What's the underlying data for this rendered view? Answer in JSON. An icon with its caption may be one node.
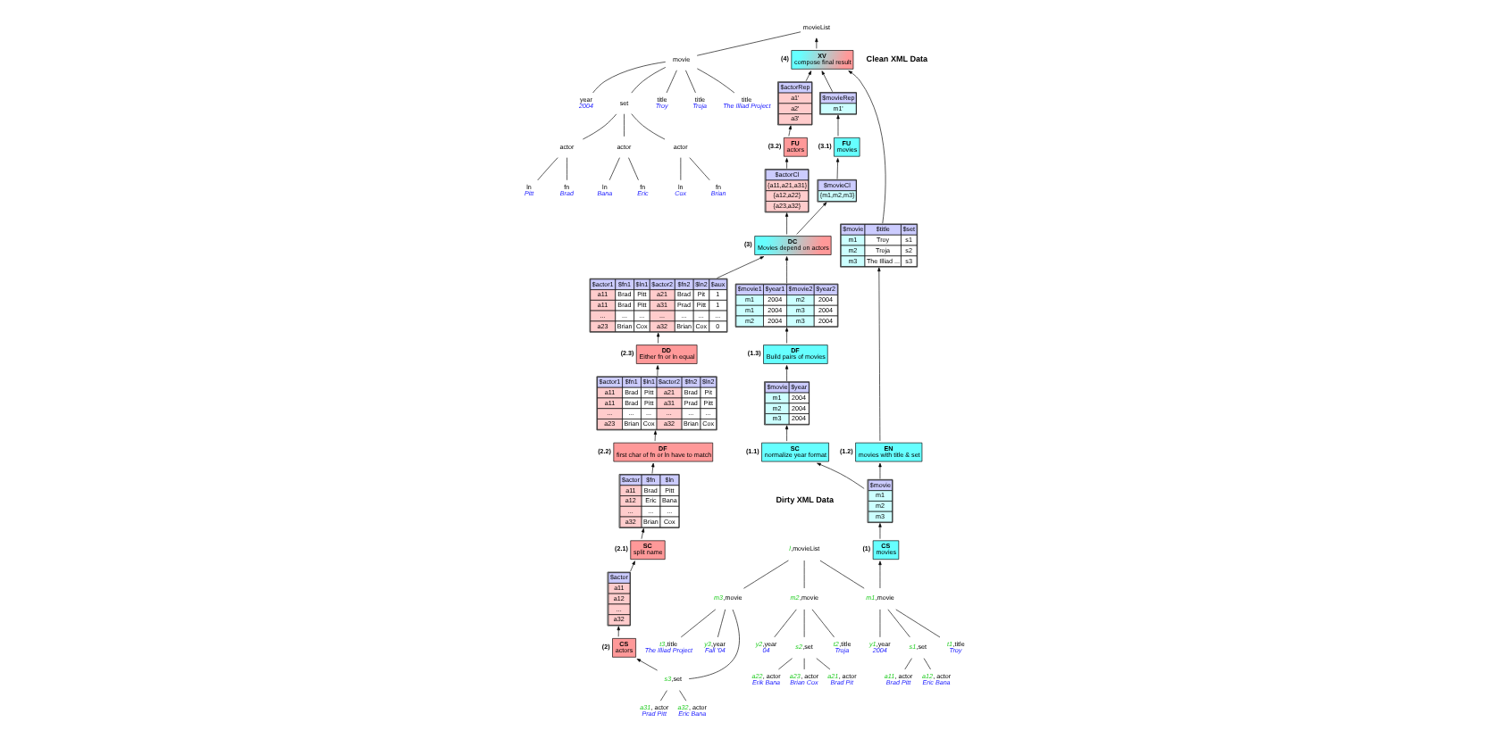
{
  "diagram": {
    "nodes": [
      {
        "text": [
          "movieList"
        ]
      },
      {
        "text": [
          "movie"
        ]
      },
      {
        "text": [
          "title",
          "Troy"
        ]
      },
      {
        "text": [
          "title",
          "Troja"
        ]
      },
      {
        "text": [
          "title",
          "The Illiad Project"
        ]
      },
      {
        "text": [
          "year",
          "2004"
        ]
      },
      {
        "text": [
          "set"
        ]
      },
      {
        "text": [
          "actor"
        ]
      },
      {
        "text": [
          "actor"
        ]
      },
      {
        "text": [
          "actor"
        ]
      },
      {
        "text": [
          "fn",
          "Brad"
        ]
      },
      {
        "text": [
          "ln",
          "Pitt"
        ]
      },
      {
        "text": [
          "fn",
          "Eric"
        ]
      },
      {
        "text": [
          "ln",
          "Bana"
        ]
      },
      {
        "text": [
          "fn",
          "Brian"
        ]
      },
      {
        "text": [
          "ln",
          "Cox"
        ]
      },
      {
        "text": [
          "$movieRep",
          "m1'"
        ]
      },
      {
        "text": [
          "XV",
          "compose final result"
        ],
        "beside": [
          "(4)"
        ]
      },
      {
        "text": [
          "FU",
          "movies"
        ],
        "beside": [
          "(3.1)"
        ]
      },
      {
        "text": [
          "$movieCl",
          "{m1,m2,m3}"
        ]
      },
      {
        "text": [
          "$actorCl",
          "{a11,a21,a31}",
          "{a12,a22}",
          "{a23,a32}"
        ]
      },
      {
        "text": [
          "FU",
          "actors"
        ],
        "beside": [
          "(3.2)"
        ]
      },
      {
        "text": [
          "$actorRep",
          "a1'",
          "a2'",
          "a3'"
        ]
      },
      {
        "text": [
          "DC",
          "Movies depend on actors"
        ],
        "beside": [
          "(3)"
        ]
      },
      {
        "text": [
          "$movie",
          "$year",
          "m1",
          "2004",
          "m2",
          "2004",
          "m3",
          "2004"
        ]
      },
      {
        "text": [
          "DF",
          "Build pairs of movies"
        ],
        "beside": [
          "(1.3)"
        ]
      },
      {
        "text": [
          "$movie1",
          "$year1",
          "$movie2",
          "$year2",
          "m1",
          "2004",
          "m2",
          "2004",
          "m1",
          "2004",
          "m3",
          "2004",
          "m2",
          "2004",
          "m3",
          "2004"
        ]
      },
      {
        "text": [
          "DD",
          "Either fn or ln equal"
        ],
        "beside": [
          "(2.3)"
        ]
      },
      {
        "text": [
          "$actor1",
          "$fn1",
          "$ln1",
          "$actor2",
          "$fn2",
          "$ln2",
          "$aux",
          "a11",
          "Brad",
          "Pitt",
          "a21",
          "Brad",
          "Pit",
          "1",
          "a11",
          "Brad",
          "Pitt",
          "a31",
          "Prad",
          "Pitt",
          "1",
          "...",
          "...",
          "...",
          "...",
          "...",
          "...",
          "...",
          "a23",
          "Brian",
          "Cox",
          "a32",
          "Brian",
          "Cox",
          "0"
        ]
      },
      {
        "text": [
          "SC",
          "normalize year format"
        ],
        "beside": [
          "(1.1)"
        ]
      },
      {
        "text": [
          "EN",
          "movies with title & set"
        ],
        "beside": [
          "(1.2)"
        ]
      },
      {
        "text": [
          "$movie",
          "$title",
          "$set",
          "m1",
          "Troy",
          "s1",
          "m2",
          "Troja",
          "s2",
          "m3",
          "The Illiad ...",
          "s3"
        ]
      },
      {
        "text": [
          "$actor1",
          "$fn1",
          "$ln1",
          "$actor2",
          "$fn2",
          "$ln2",
          "a11",
          "Brad",
          "Pitt",
          "a21",
          "Brad",
          "Pit",
          "a11",
          "Brad",
          "Pitt",
          "a31",
          "Prad",
          "Pitt",
          "...",
          "...",
          "...",
          "...",
          "...",
          "...",
          "a23",
          "Brian",
          "Cox",
          "a32",
          "Brian",
          "Cox"
        ]
      },
      {
        "text": [
          "DF",
          "first char of fn or ln have to match"
        ],
        "beside": [
          "(2.2)"
        ]
      },
      {
        "text": [
          "$actor",
          "$fn",
          "$ln",
          "a11",
          "Brad",
          "Pitt",
          "a12",
          "Eric",
          "Bana",
          "...",
          "...",
          "...",
          "a32",
          "Brian",
          "Cox"
        ]
      },
      {
        "text": [
          "$movie",
          "m1",
          "m2",
          "m3"
        ]
      },
      {
        "text": [
          "CS",
          "movies"
        ],
        "beside": [
          "(1)"
        ]
      },
      {
        "text": [
          "CS",
          "actors"
        ],
        "beside": [
          "(2)"
        ]
      },
      {
        "text": [
          "$actor",
          "a11",
          "a12",
          "...",
          "a32"
        ]
      },
      {
        "text": [
          "SC",
          "split name"
        ],
        "beside": [
          "(2.1)"
        ]
      },
      {
        "text": [
          "l,movieList"
        ]
      },
      {
        "text": [
          "m1,movie"
        ]
      },
      {
        "text": [
          "t1,title",
          "Troy"
        ]
      },
      {
        "text": [
          "y1,year",
          "2004"
        ]
      },
      {
        "text": [
          "s1,set"
        ]
      },
      {
        "text": [
          "a11, actor",
          "Brad Pitt"
        ]
      },
      {
        "text": [
          "a12, actor",
          "Eric Bana"
        ]
      },
      {
        "text": [
          "m2,movie"
        ]
      },
      {
        "text": [
          "t2,title",
          "Troja"
        ]
      },
      {
        "text": [
          "y2,year",
          "04"
        ]
      },
      {
        "text": [
          "s2,set"
        ]
      },
      {
        "text": [
          "a21, actor",
          "Brad Pit"
        ]
      },
      {
        "text": [
          "a22, actor",
          "Erik Bana"
        ]
      },
      {
        "text": [
          "a23, actor",
          "Brian Cox"
        ]
      },
      {
        "text": [
          "m3,movie"
        ]
      },
      {
        "text": [
          "t3,title",
          "The Illiad Project"
        ]
      },
      {
        "text": [
          "y3,year",
          "Fall '04"
        ]
      },
      {
        "text": [
          "s3,set"
        ]
      },
      {
        "text": [
          "a31, actor",
          "Prad Pitt"
        ]
      },
      {
        "text": [
          "a32, actor",
          "Eric Bana"
        ]
      }
    ],
    "edges": [
      {
        "from": 17,
        "to": 0,
        "arrow": "to"
      },
      {
        "from": 16,
        "to": 17,
        "arrow": "to"
      },
      {
        "from": 18,
        "to": 16,
        "arrow": "to"
      },
      {
        "from": 19,
        "to": 18,
        "arrow": "to"
      },
      {
        "from": 23,
        "to": 19,
        "arrow": "to"
      },
      {
        "from": 23,
        "to": 20,
        "arrow": "to"
      },
      {
        "from": 20,
        "to": 21,
        "arrow": "to"
      },
      {
        "from": 21,
        "to": 22,
        "arrow": "to"
      },
      {
        "from": 22,
        "to": 17,
        "arrow": "to"
      },
      {
        "from": 26,
        "to": 23,
        "arrow": "to"
      },
      {
        "from": 28,
        "to": 23,
        "arrow": "to"
      },
      {
        "from": 24,
        "to": 25,
        "arrow": "to"
      },
      {
        "from": 25,
        "to": 26,
        "arrow": "to"
      },
      {
        "from": 29,
        "to": 24,
        "arrow": "to"
      },
      {
        "from": 35,
        "to": 29,
        "arrow": "to"
      },
      {
        "from": 35,
        "to": 30,
        "arrow": "to"
      },
      {
        "from": 30,
        "to": 31,
        "arrow": "to"
      },
      {
        "from": 31,
        "to": 17,
        "arrow": "to"
      },
      {
        "from": 27,
        "to": 28,
        "arrow": "to"
      },
      {
        "from": 32,
        "to": 27,
        "arrow": "to"
      },
      {
        "from": 33,
        "to": 32,
        "arrow": "to"
      },
      {
        "from": 34,
        "to": 33,
        "arrow": "to"
      },
      {
        "from": 39,
        "to": 34,
        "arrow": "to"
      },
      {
        "from": 38,
        "to": 39,
        "arrow": "to"
      },
      {
        "from": 37,
        "to": 38,
        "arrow": "to"
      },
      {
        "from": 57,
        "to": 37,
        "arrow": "to"
      },
      {
        "from": 41,
        "to": 36,
        "arrow": "to"
      },
      {
        "from": 36,
        "to": 35,
        "arrow": "to"
      },
      {
        "from": 0,
        "to": 1,
        "arrow": "none"
      },
      {
        "from": 1,
        "to": 2,
        "arrow": "none"
      },
      {
        "from": 1,
        "to": 3,
        "arrow": "none"
      },
      {
        "from": 1,
        "to": 4,
        "arrow": "none"
      },
      {
        "from": 1,
        "to": 5,
        "arrow": "none"
      },
      {
        "from": 1,
        "to": 6,
        "arrow": "none"
      },
      {
        "from": 6,
        "to": 7,
        "arrow": "none"
      },
      {
        "from": 6,
        "to": 8,
        "arrow": "none"
      },
      {
        "from": 6,
        "to": 9,
        "arrow": "none"
      },
      {
        "from": 7,
        "to": 10,
        "arrow": "none"
      },
      {
        "from": 7,
        "to": 11,
        "arrow": "none"
      },
      {
        "from": 8,
        "to": 12,
        "arrow": "none"
      },
      {
        "from": 8,
        "to": 13,
        "arrow": "none"
      },
      {
        "from": 9,
        "to": 14,
        "arrow": "none"
      },
      {
        "from": 9,
        "to": 15,
        "arrow": "none"
      },
      {
        "from": 40,
        "to": 41,
        "arrow": "none"
      },
      {
        "from": 40,
        "to": 47,
        "arrow": "none"
      },
      {
        "from": 40,
        "to": 54,
        "arrow": "none"
      },
      {
        "from": 41,
        "to": 42,
        "arrow": "none"
      },
      {
        "from": 41,
        "to": 43,
        "arrow": "none"
      },
      {
        "from": 41,
        "to": 44,
        "arrow": "none"
      },
      {
        "from": 44,
        "to": 45,
        "arrow": "none"
      },
      {
        "from": 44,
        "to": 46,
        "arrow": "none"
      },
      {
        "from": 47,
        "to": 48,
        "arrow": "none"
      },
      {
        "from": 47,
        "to": 49,
        "arrow": "none"
      },
      {
        "from": 47,
        "to": 50,
        "arrow": "none"
      },
      {
        "from": 50,
        "to": 51,
        "arrow": "none"
      },
      {
        "from": 50,
        "to": 52,
        "arrow": "none"
      },
      {
        "from": 50,
        "to": 53,
        "arrow": "none"
      },
      {
        "from": 54,
        "to": 55,
        "arrow": "none"
      },
      {
        "from": 54,
        "to": 56,
        "arrow": "none"
      },
      {
        "from": 54,
        "to": 57,
        "arrow": "none"
      },
      {
        "from": 57,
        "to": 58,
        "arrow": "none"
      },
      {
        "from": 57,
        "to": 59,
        "arrow": "none"
      }
    ],
    "labels": [
      "Clean XML Data",
      "Dirty XML Data"
    ]
  }
}
